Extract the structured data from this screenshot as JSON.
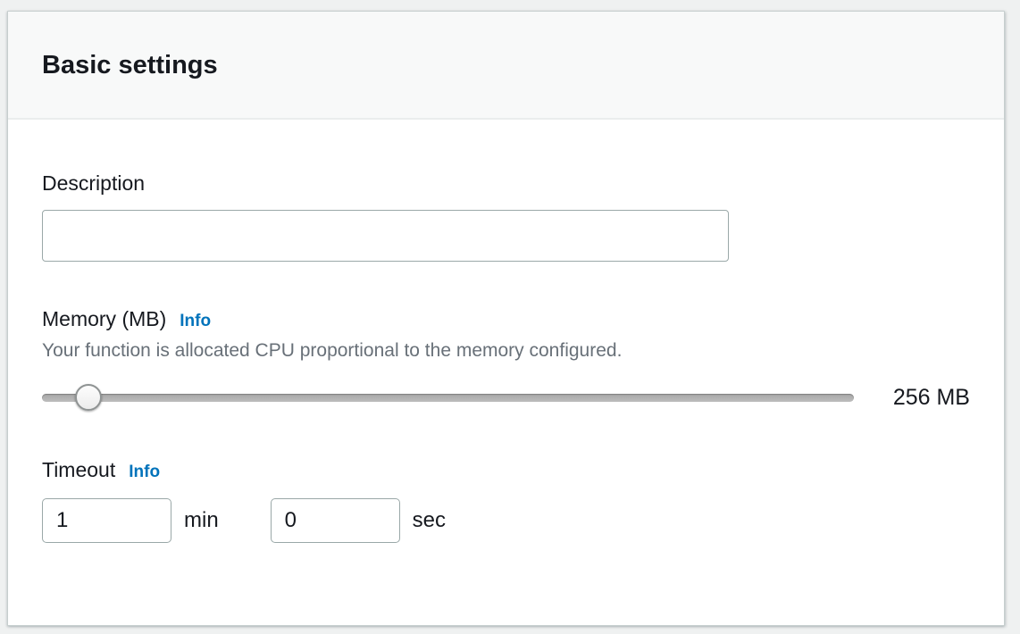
{
  "panel": {
    "title": "Basic settings"
  },
  "colors": {
    "page_bg": "#eff1f1",
    "card_bg": "#ffffff",
    "header_bg": "#f8f9f9",
    "divider": "#eaeded",
    "text": "#16191f",
    "muted_text": "#687078",
    "link_blue": "#0073bb",
    "input_border": "#9aa8a8",
    "slider_track": "#b0b0b0"
  },
  "description": {
    "label": "Description",
    "value": ""
  },
  "memory": {
    "label": "Memory (MB)",
    "info_label": "Info",
    "helper": "Your function is allocated CPU proportional to the memory configured.",
    "value_display": "256 MB",
    "handle_percent": 5.7
  },
  "timeout": {
    "label": "Timeout",
    "info_label": "Info",
    "minutes": {
      "value": "1",
      "unit": "min"
    },
    "seconds": {
      "value": "0",
      "unit": "sec"
    }
  }
}
